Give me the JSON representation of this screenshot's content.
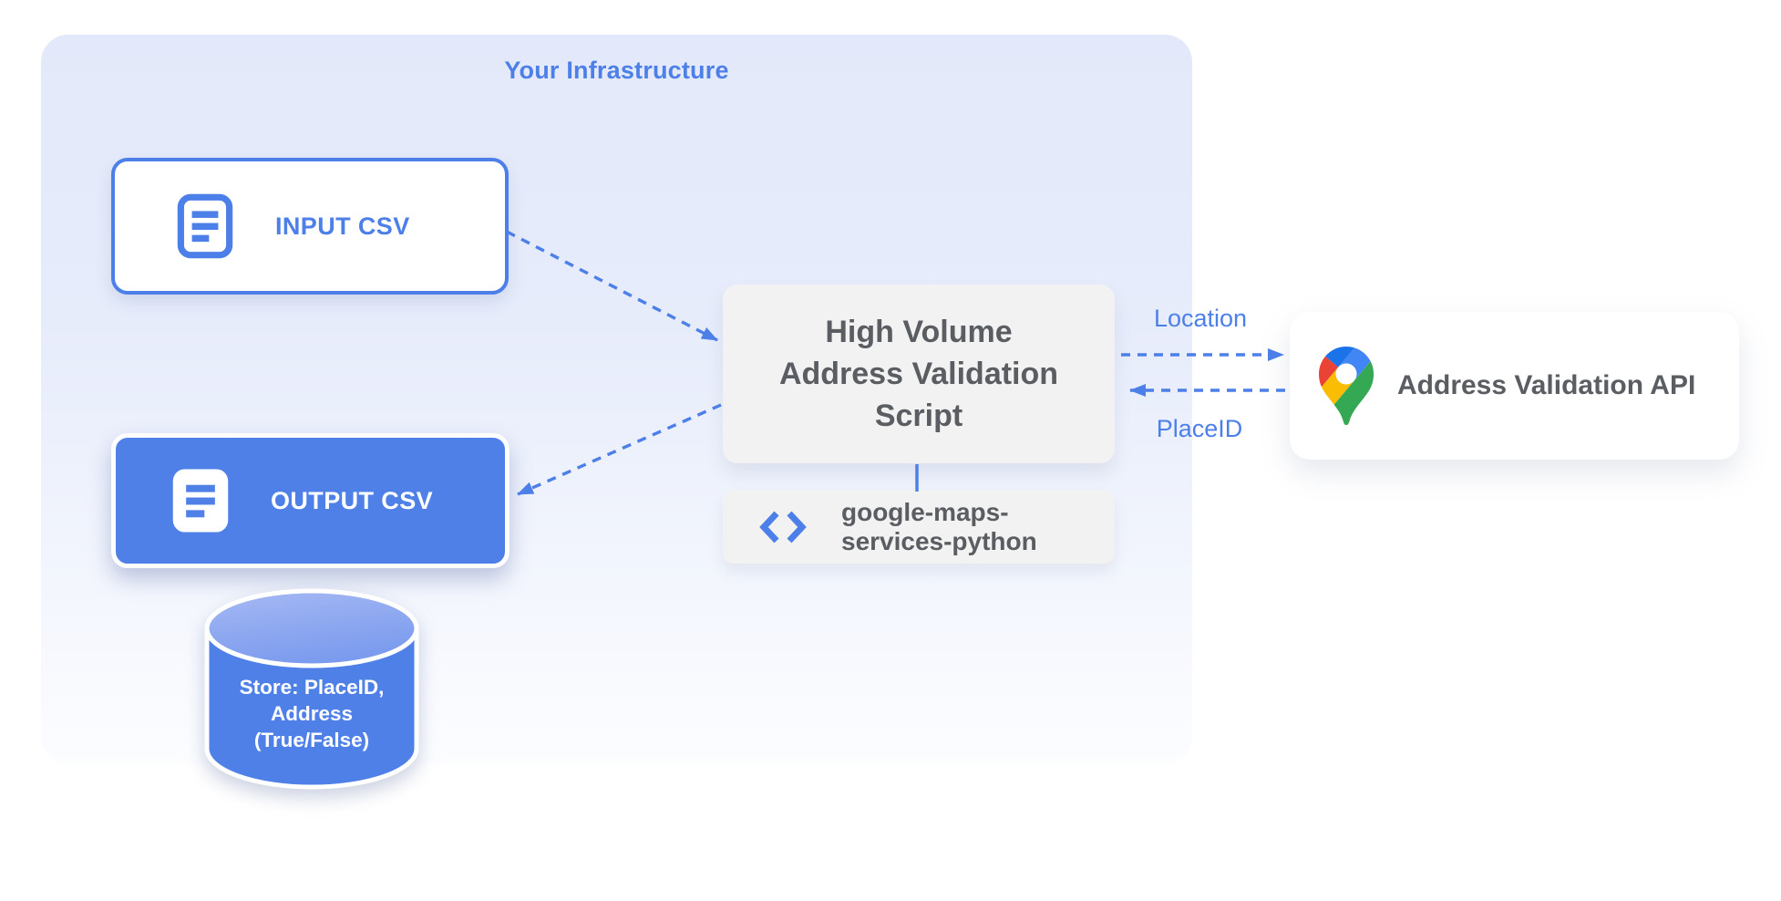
{
  "panel": {
    "title": "Your Infrastructure"
  },
  "nodes": {
    "input_csv": {
      "label": "INPUT CSV",
      "icon": "document-list-icon"
    },
    "output_csv": {
      "label": "OUTPUT CSV",
      "icon": "document-list-icon"
    },
    "script": {
      "line1": "High Volume",
      "line2": "Address Validation",
      "line3": "Script"
    },
    "library": {
      "line1": "google-maps-",
      "line2": "services-python",
      "icon": "code-brackets-icon"
    },
    "api": {
      "label": "Address Validation API",
      "icon": "google-maps-pin-icon"
    },
    "datastore": {
      "line1": "Store: PlaceID,",
      "line2": "Address",
      "line3": "(True/False)"
    }
  },
  "edges": {
    "location_label": "Location",
    "placeid_label": "PlaceID"
  },
  "colors": {
    "accent_blue": "#4d7fe8",
    "node_blue_fill": "#4f80e8",
    "panel_blue": "#e3e9fa",
    "gray_box": "#f2f2f2",
    "dark_gray_text": "#5a5d61",
    "pin_dark_blue": "#1a73e8",
    "pin_blue": "#4285f4",
    "pin_red": "#ea4335",
    "pin_yellow": "#fbbc04",
    "pin_green": "#34a853"
  }
}
